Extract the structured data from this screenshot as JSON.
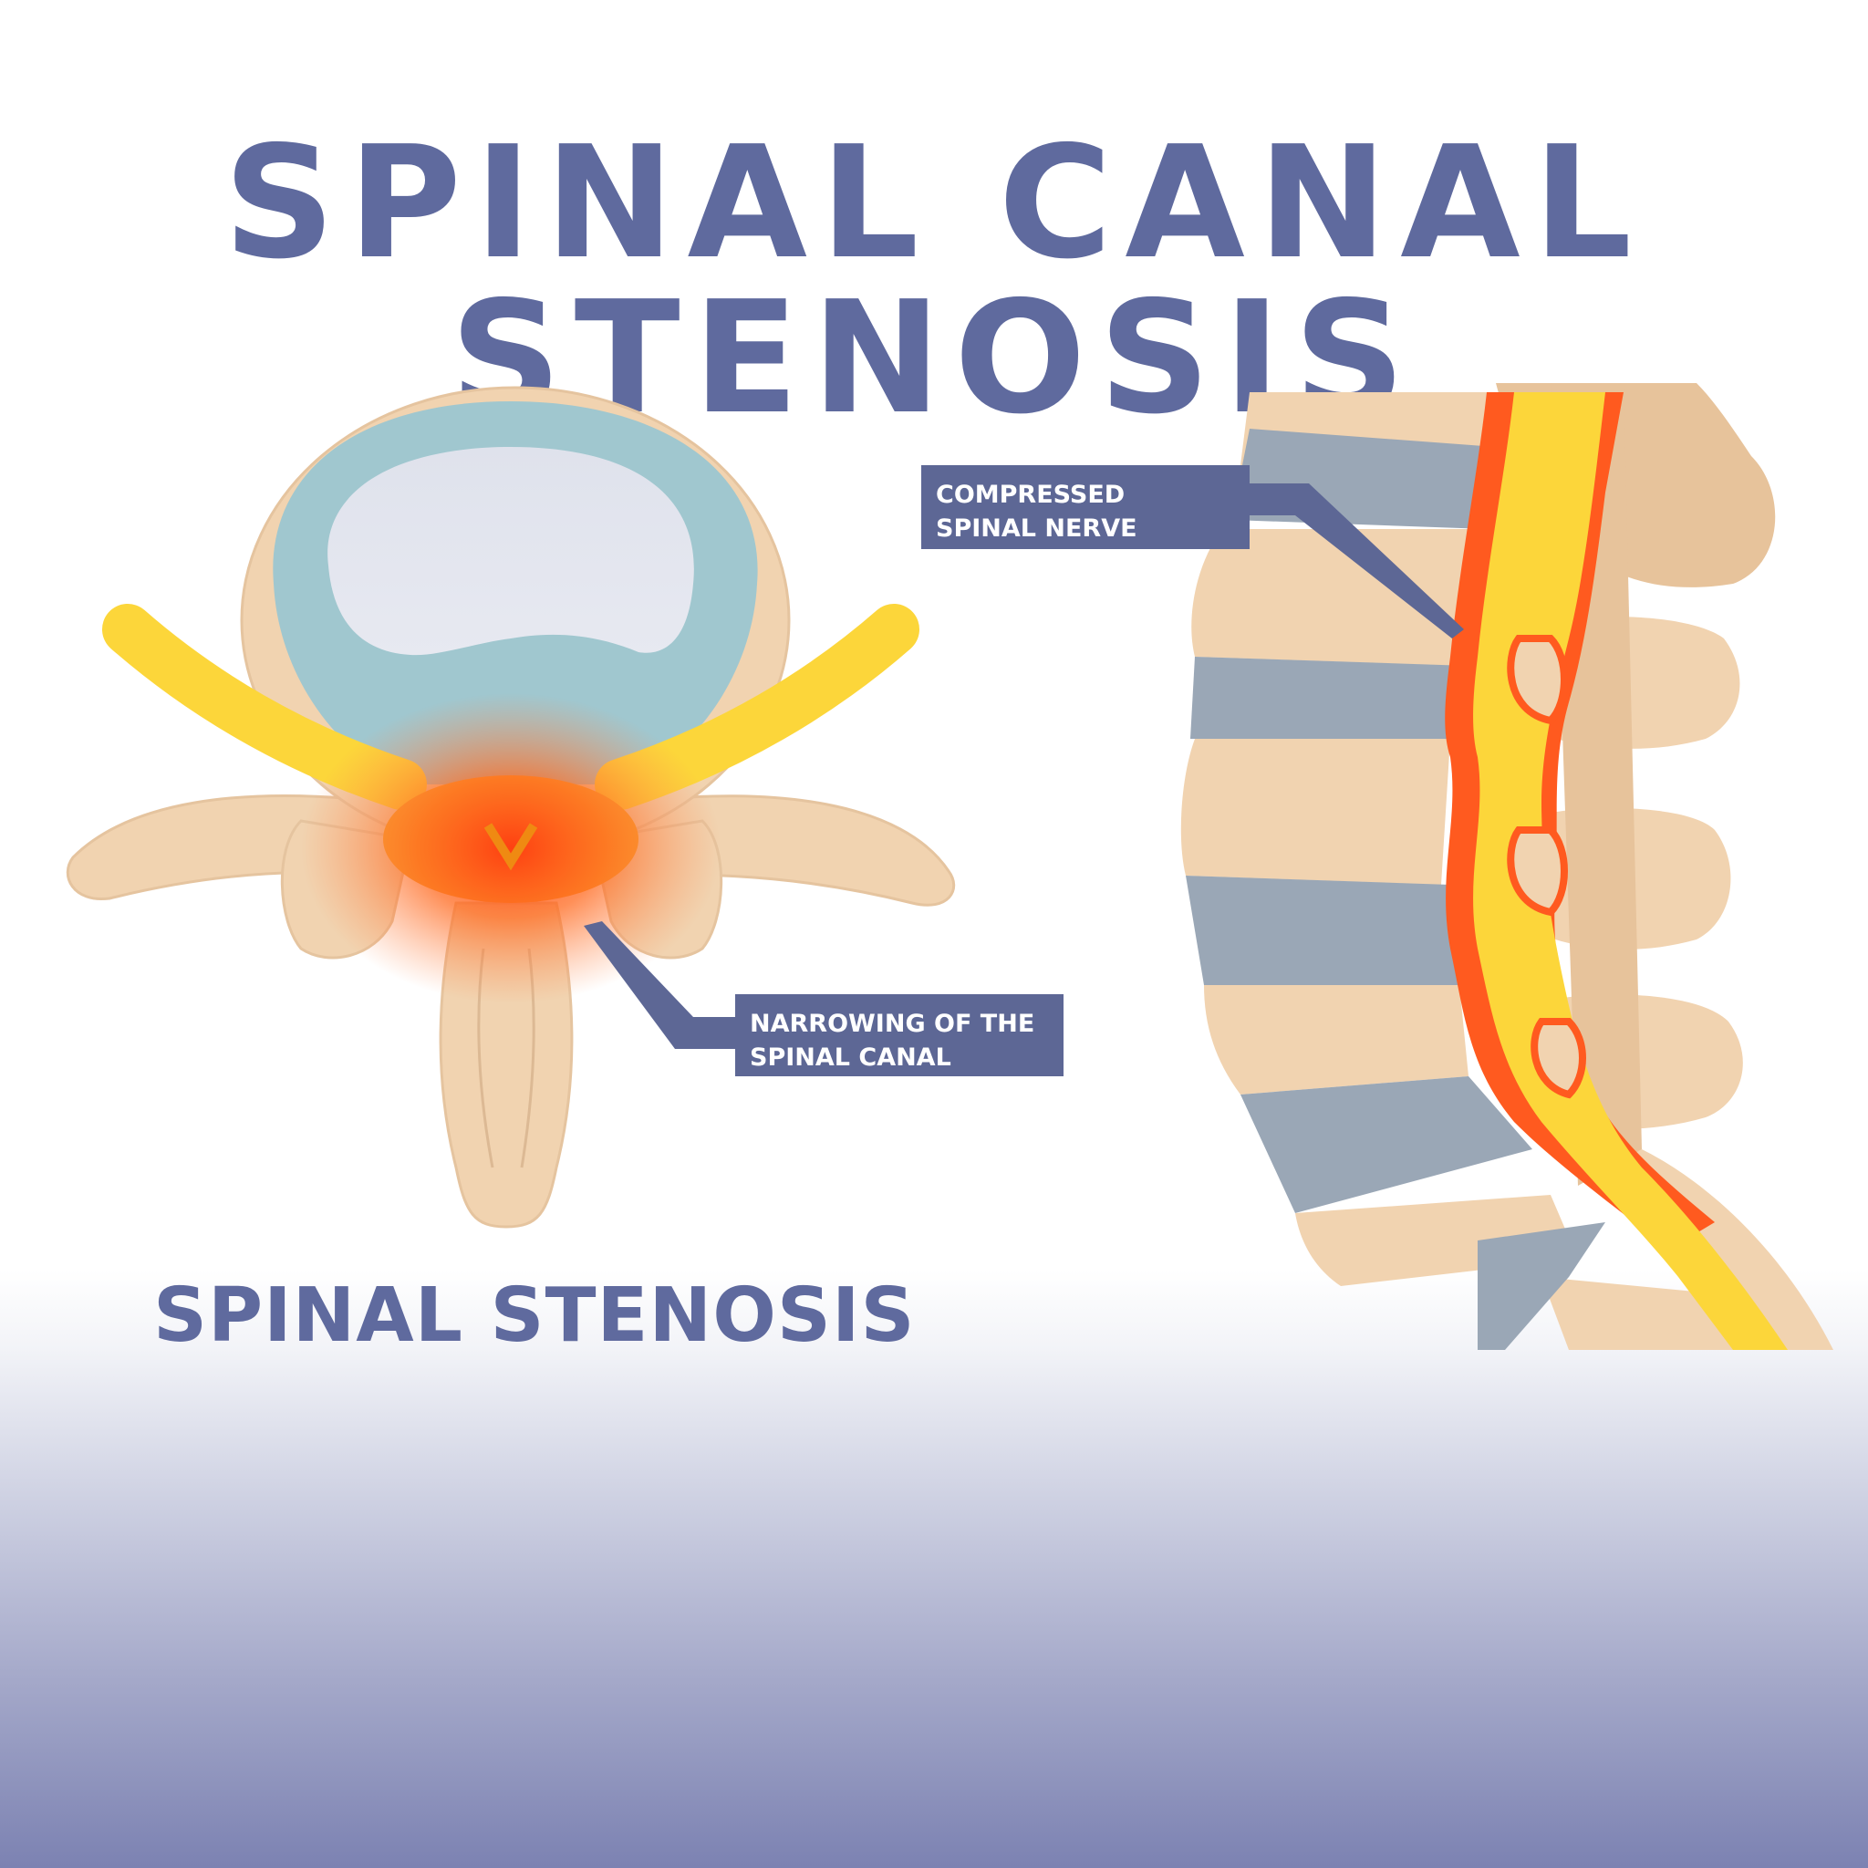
{
  "title": "SPINAL CANAL STENOSIS",
  "callouts": {
    "compressed_nerve": "COMPRESSED SPINAL NERVE",
    "narrowing_canal": "NARROWING OF THE SPINAL CANAL"
  },
  "caption": "SPINAL STENOSIS",
  "colors": {
    "title": "#5f6a9e",
    "callout_bg": "#5d6795",
    "bone": "#f1d3b0",
    "disc": "#9aa7b6",
    "nerve": "#fcd63a",
    "inflammation": "#ff5a1f"
  }
}
